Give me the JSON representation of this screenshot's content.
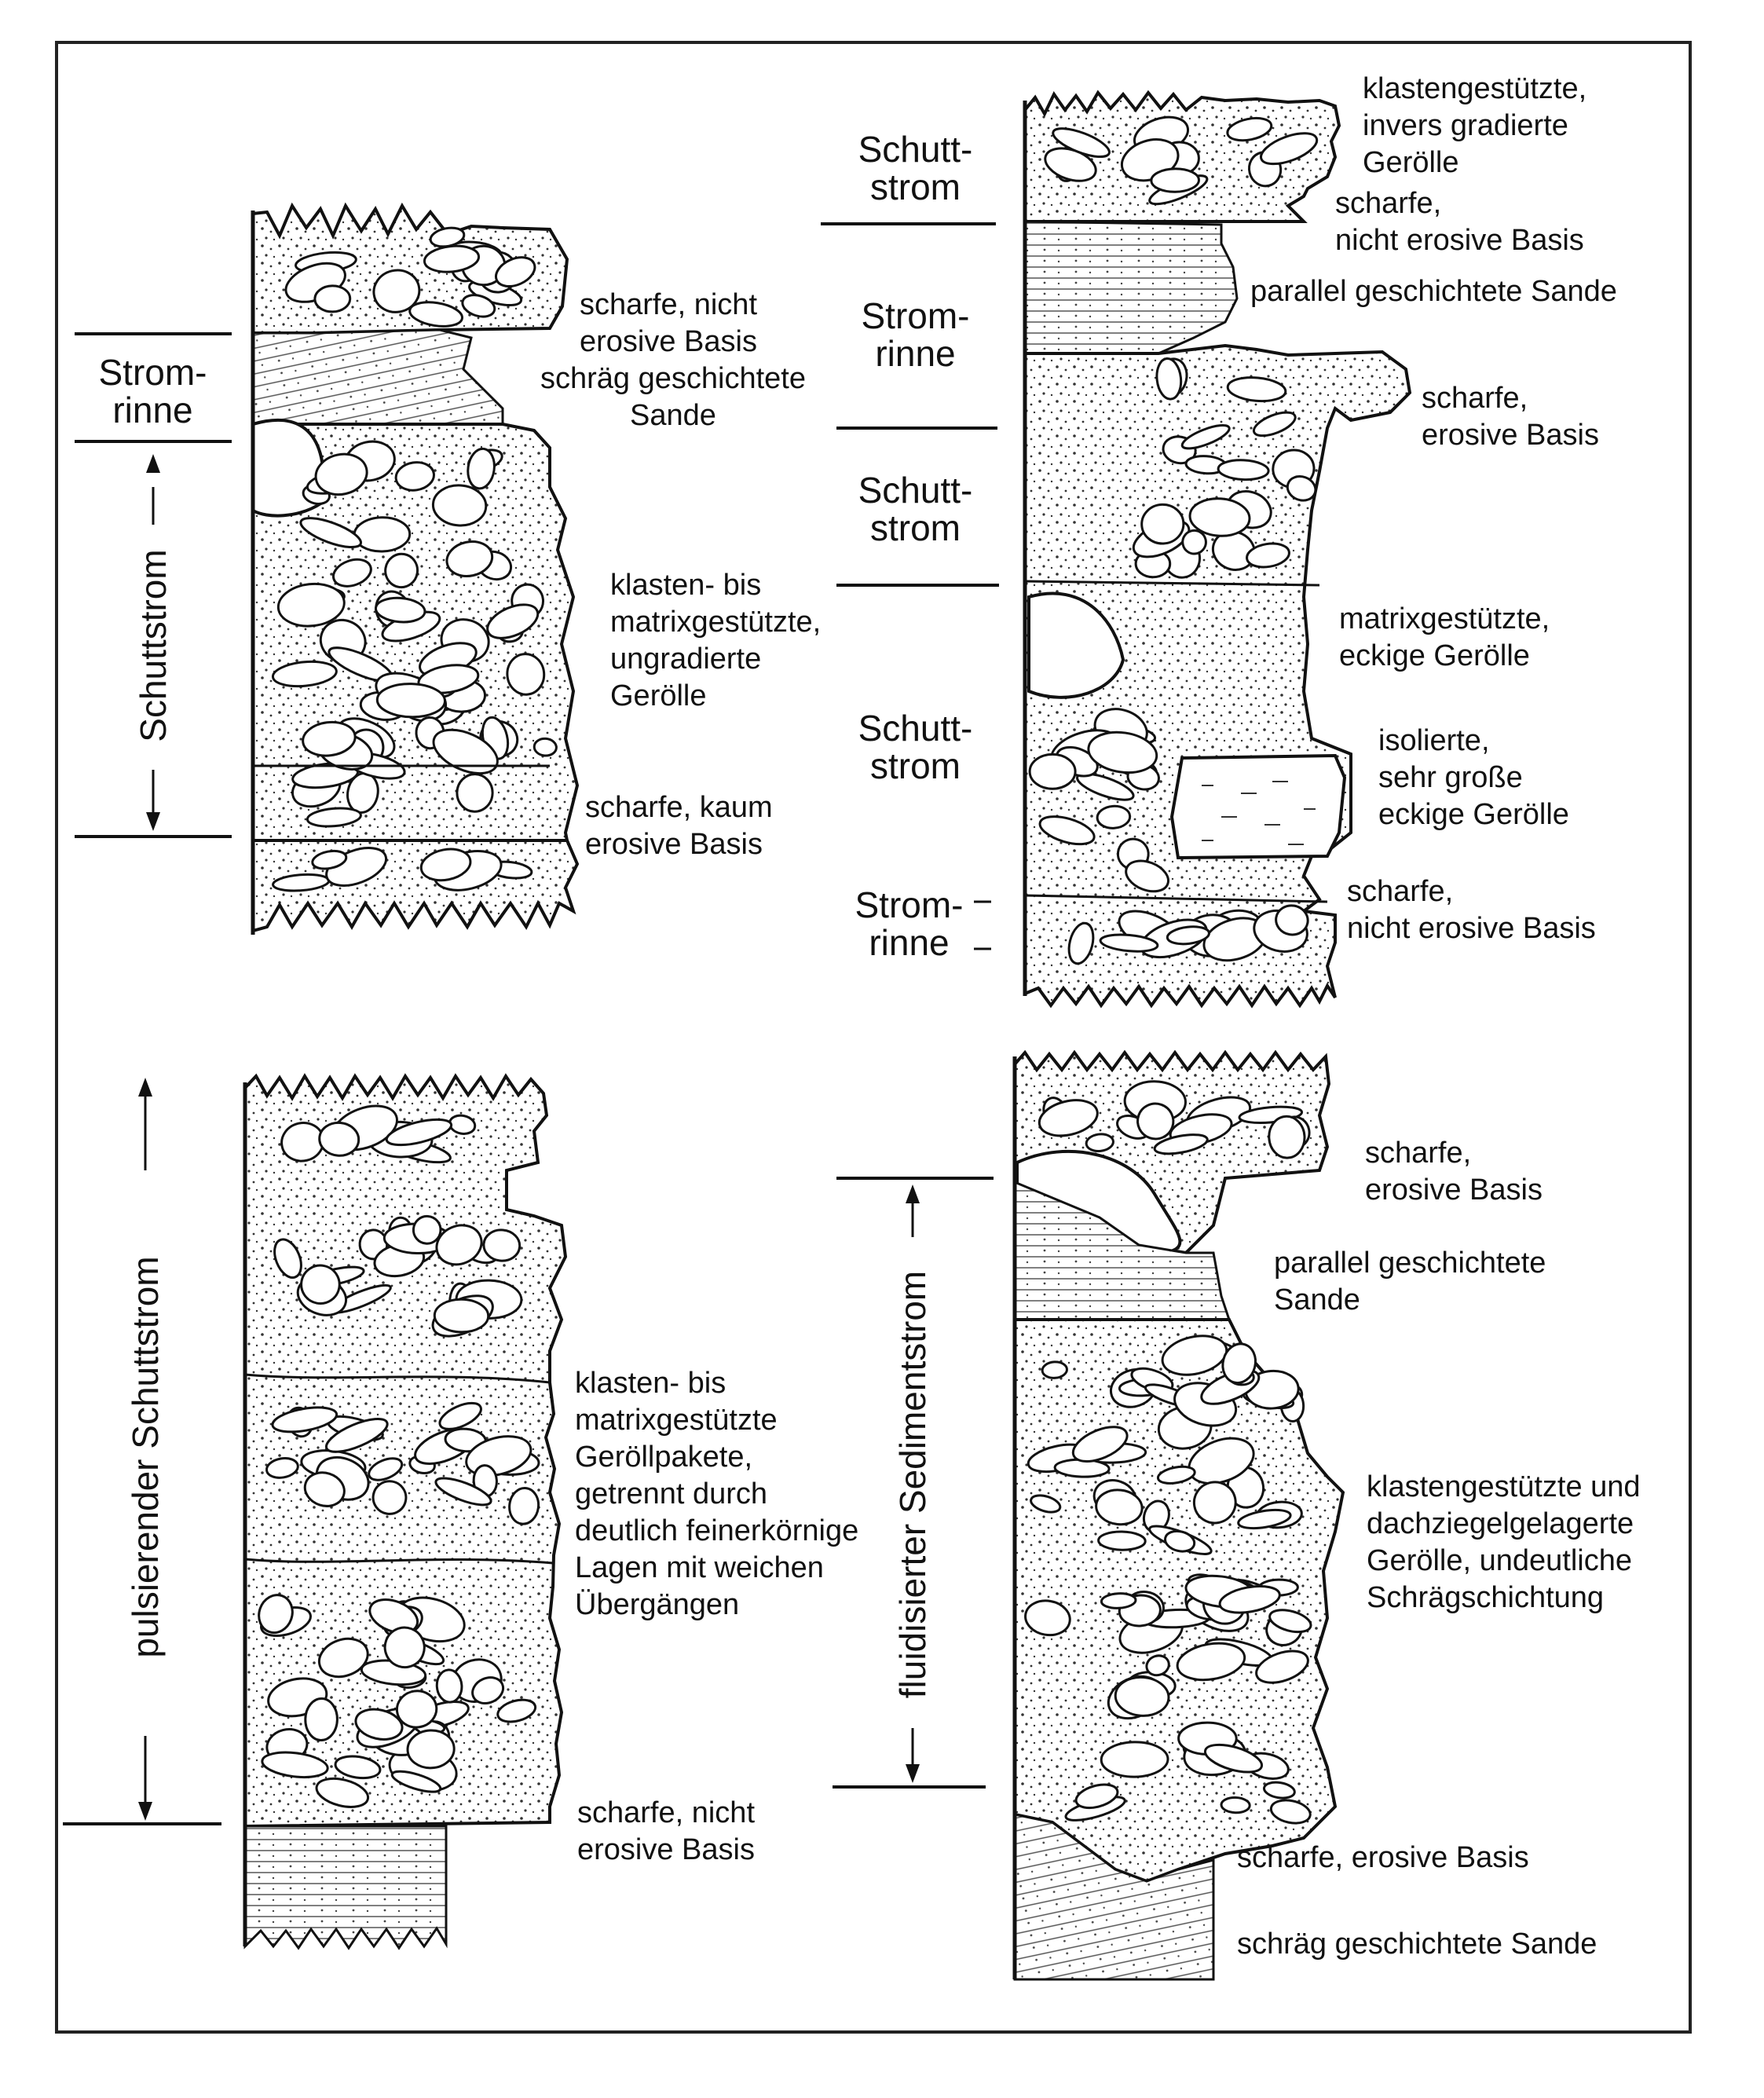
{
  "top_left": {
    "units": {
      "stromrinne": [
        "Strom-",
        "rinne"
      ],
      "schuttstrom_vertical": "Schuttstrom"
    },
    "labels": {
      "basis_top": [
        "scharfe, nicht",
        "erosive Basis"
      ],
      "sande": [
        "schräg geschichtete",
        "Sande"
      ],
      "gerolle": [
        "klasten- bis",
        "matrixgestützte,",
        "ungradierte",
        "Gerölle"
      ],
      "basis_bottom": [
        "scharfe, kaum",
        "erosive Basis"
      ]
    }
  },
  "top_right": {
    "units": {
      "schuttstrom_1": [
        "Schutt-",
        "strom"
      ],
      "stromrinne": [
        "Strom-",
        "rinne"
      ],
      "schuttstrom_2": [
        "Schutt-",
        "strom"
      ],
      "schuttstrom_3": [
        "Schutt-",
        "strom"
      ],
      "stromrinne_bottom": [
        "Strom-",
        "rinne"
      ]
    },
    "labels": {
      "klasten_invers": [
        "klastengestützte,",
        "invers gradierte",
        "Gerölle"
      ],
      "basis_1": [
        "scharfe,",
        "nicht erosive Basis"
      ],
      "parallel_sande": [
        "parallel geschichtete Sande"
      ],
      "basis_erosive": [
        "scharfe,",
        "erosive Basis"
      ],
      "matrix_eckig": [
        "matrixgestützte,",
        "eckige Gerölle"
      ],
      "isoliert": [
        "isolierte,",
        "sehr große",
        "eckige Gerölle"
      ],
      "basis_2": [
        "scharfe,",
        "nicht erosive Basis"
      ]
    }
  },
  "bottom_left": {
    "units": {
      "pulsierend_vertical": "pulsierender Schuttstrom"
    },
    "labels": {
      "gerollpakete": [
        "klasten- bis",
        "matrixgestützte",
        "Geröllpakete,",
        "getrennt durch",
        "deutlich feinerkörnige",
        "Lagen mit weichen",
        "Übergängen"
      ],
      "basis": [
        "scharfe, nicht",
        "erosive Basis"
      ]
    }
  },
  "bottom_right": {
    "units": {
      "fluidisiert_vertical": "fluidisierter Sedimentstrom"
    },
    "labels": {
      "basis_erosive": [
        "scharfe,",
        "erosive Basis"
      ],
      "parallel_sande": [
        "parallel geschichtete",
        "Sande"
      ],
      "dachziegel": [
        "klastengestützte und",
        "dachziegelgelagerte",
        "Gerölle, undeutliche",
        "Schrägschichtung"
      ],
      "basis_bottom": [
        "scharfe, erosive Basis"
      ],
      "schraeg_sande": [
        "schräg geschichtete Sande"
      ]
    }
  },
  "colors": {
    "ink": "#111111",
    "paper": "#ffffff"
  }
}
